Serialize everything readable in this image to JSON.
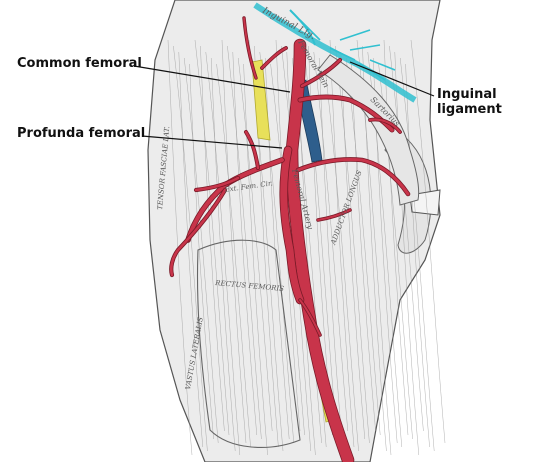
{
  "labels": {
    "common_femoral": "Common femoral",
    "profunda_femoral": "Profunda femoral",
    "inguinal_line1": "Inguinal",
    "inguinal_line2": "ligament"
  },
  "engraved_labels": {
    "inguinal_lig": "Inguinal Lig.",
    "vena_femoralis": "Femoral Vein",
    "femoral_artery": "Femoral Artery",
    "sartorius": "Sartorius",
    "rectus_femoris": "RECTUS FEMORIS",
    "adductor_longus": "ADDUCTOR LONGUS",
    "vastus_lateralis": "VASTUS LATERALIS",
    "tensor_fasciae": "TENSOR FASCIAE LAT.",
    "ext_circ": "Ext. Fem. Cir."
  },
  "colors": {
    "artery": "#c8344a",
    "artery_light": "#e06a7a",
    "vein": "#2e5e8c",
    "nerve": "#e8e05a",
    "ligament": "#30c0d0",
    "muscle_line": "#8a8a8a",
    "muscle_fill": "#e9e9e9"
  }
}
